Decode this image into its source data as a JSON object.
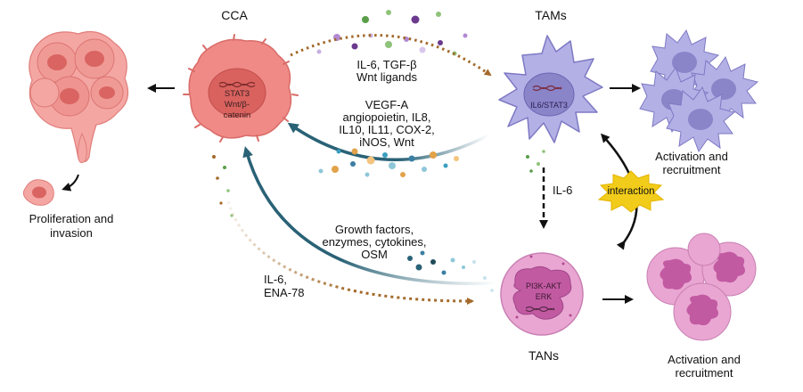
{
  "labels": {
    "cca": "CCA",
    "tams": "TAMs",
    "tans": "TANs",
    "cca_nucleus_1": "STAT3",
    "cca_nucleus_2": "Wnt/β-",
    "cca_nucleus_3": "catenin",
    "tam_nucleus": "IL6/STAT3",
    "tan_nucleus_1": "PI3K-AKT",
    "tan_nucleus_2": "ERK",
    "cca_to_tam_1": "IL-6, TGF-β",
    "cca_to_tam_2": "Wnt ligands",
    "tam_to_cca_1": "VEGF-A",
    "tam_to_cca_2": "angiopoietin, IL8,",
    "tam_to_cca_3": "IL10, IL11, COX-2,",
    "tam_to_cca_4": "iNOS, Wnt",
    "tan_to_cca_1": "Growth factors,",
    "tan_to_cca_2": "enzymes, cytokines,",
    "tan_to_cca_3": "OSM",
    "cca_to_tan_1": "IL-6,",
    "cca_to_tan_2": "ENA-78",
    "tam_to_tan": "IL-6",
    "interaction": "interaction",
    "prolif_1": "Proliferation and",
    "prolif_2": "invasion",
    "tam_act_1": "Activation and",
    "tam_act_2": "recruitment",
    "tan_act_1": "Activation and",
    "tan_act_2": "recruitment"
  },
  "colors": {
    "cca_cell": "#f08a86",
    "cca_nucleus": "#d9625f",
    "tam_cell": "#b3b0e6",
    "tam_nucleus": "#8a84c9",
    "tan_cell": "#e9a6d2",
    "tan_nucleus": "#c25aa2",
    "brown_arrow": "#a3692a",
    "teal_arrow": "#2a6276",
    "interaction_burst": "#f2cc1a"
  }
}
